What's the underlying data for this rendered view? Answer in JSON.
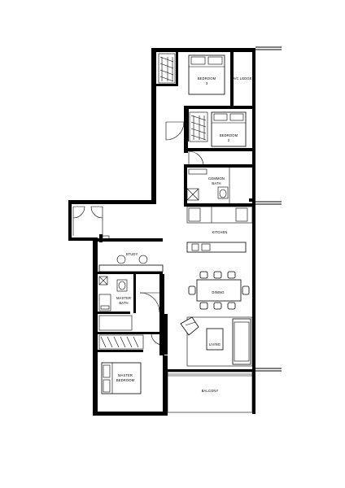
{
  "rooms": {
    "bedroom3": {
      "name": "BEDROOM",
      "num": "3"
    },
    "ac_ledge": {
      "name": "A/C LEDGE"
    },
    "bedroom2": {
      "name": "BEDROOM",
      "num": "2"
    },
    "common_bath": {
      "line1": "COMMON",
      "line2": "BATH"
    },
    "kitchen": {
      "name": "KITCHEN"
    },
    "study": {
      "name": "STUDY"
    },
    "master_bath": {
      "line1": "MASTER",
      "line2": "BATH"
    },
    "dining": {
      "name": "DINING"
    },
    "living": {
      "name": "LIVING"
    },
    "master_bedroom": {
      "line1": "MASTER",
      "line2": "BEDROOM"
    },
    "balcony": {
      "name": "BALCONY"
    }
  },
  "colors": {
    "ink": "#000000",
    "paper": "#ffffff"
  }
}
